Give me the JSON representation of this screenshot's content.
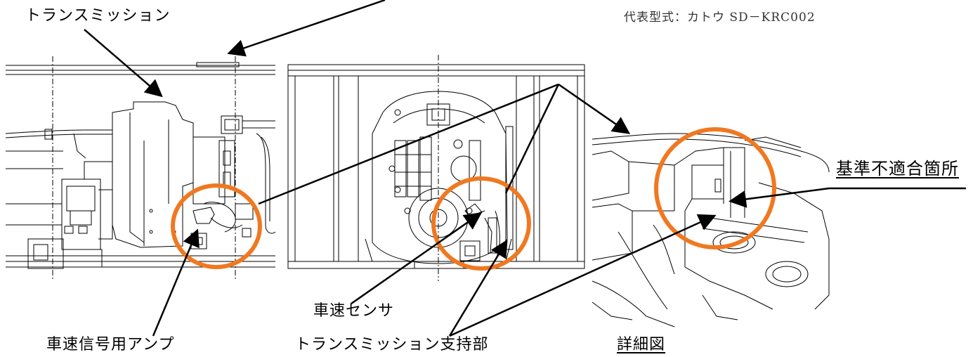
{
  "model_label": "代表型式：カトウ SD－KRC002",
  "labels": {
    "transmission": "トランスミッション",
    "speed_amp": "車速信号用アンプ",
    "speed_sensor": "車速センサ",
    "transmission_support": "トランスミッション支持部",
    "detail_view": "詳細図",
    "nonconforming_part": "基準不適合箇所"
  },
  "colors": {
    "highlight_circle": "#f07820",
    "line": "#000000"
  }
}
